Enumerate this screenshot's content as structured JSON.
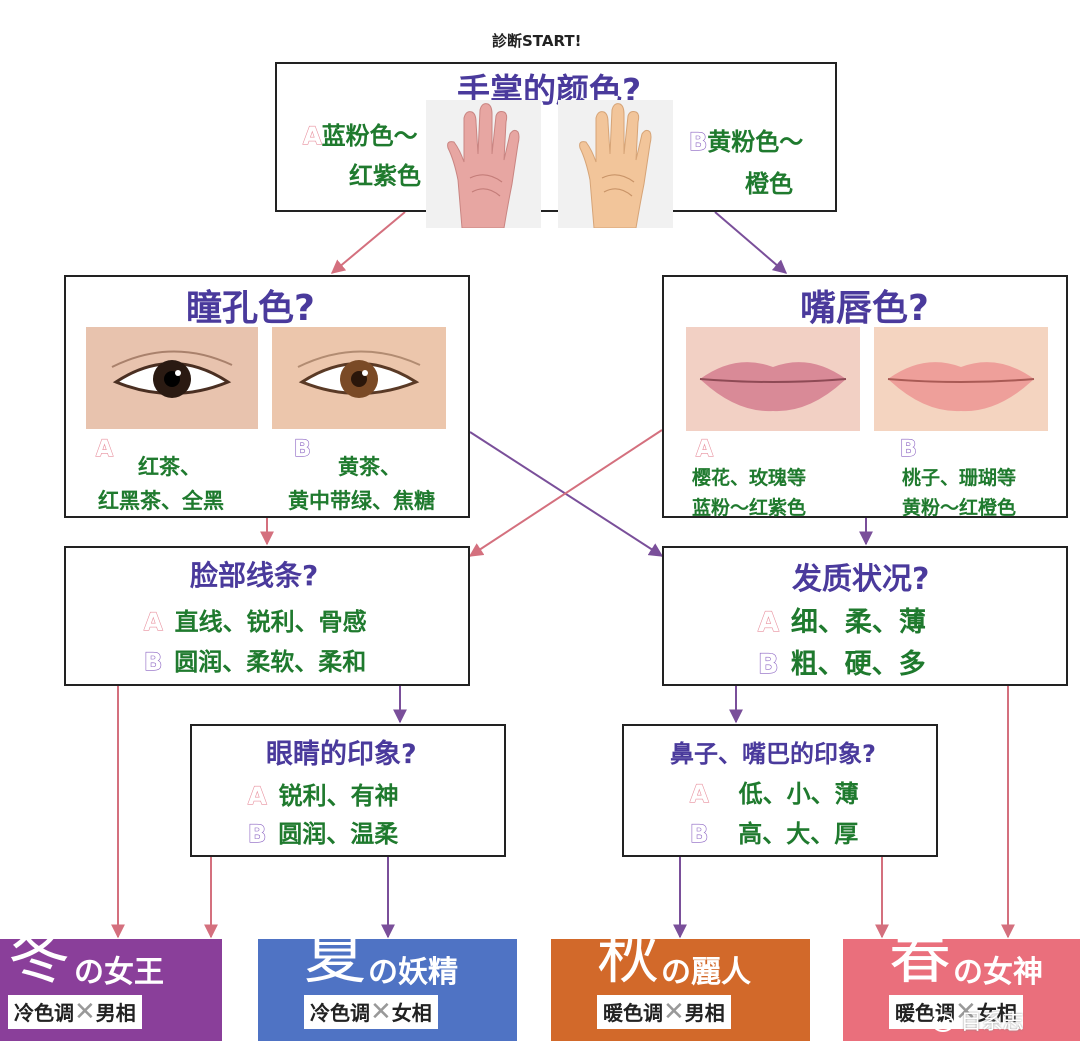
{
  "top_label": "診断START!",
  "q1": {
    "title": "手掌的颜色?",
    "a_badge": "A",
    "a_line1": "蓝粉色～",
    "a_line2": "红紫色",
    "b_badge": "B",
    "b_line1": "黄粉色～",
    "b_line2": "橙色"
  },
  "q2": {
    "title": "瞳孔色?",
    "a_badge": "A",
    "a_line1": "红茶、",
    "a_line2": "红黑茶、全黑",
    "b_badge": "B",
    "b_line1": "黄茶、",
    "b_line2": "黄中带绿、焦糖"
  },
  "q3": {
    "title": "嘴唇色?",
    "a_badge": "A",
    "a_line1": "樱花、玫瑰等",
    "a_line2": "蓝粉～红紫色",
    "b_badge": "B",
    "b_line1": "桃子、珊瑚等",
    "b_line2": "黄粉～红橙色"
  },
  "q4": {
    "title": "脸部线条?",
    "a_badge": "A",
    "a_text": "直线、锐利、骨感",
    "b_badge": "B",
    "b_text": "圆润、柔软、柔和"
  },
  "q5": {
    "title": "发质状况?",
    "a_badge": "A",
    "a_text": "细、柔、薄",
    "b_badge": "B",
    "b_text": "粗、硬、多"
  },
  "q6": {
    "title": "眼睛的印象?",
    "a_badge": "A",
    "a_text": "锐利、有神",
    "b_badge": "B",
    "b_text": "圆润、温柔"
  },
  "q7": {
    "title": "鼻子、嘴巴的印象?",
    "a_badge": "A",
    "a_text": "低、小、薄",
    "b_badge": "B",
    "b_text": "高、大、厚"
  },
  "results": [
    {
      "big": "冬",
      "name": "の女王",
      "tone": "冷色调",
      "cross": "✕",
      "face": "男相",
      "color": "#8a3f9a"
    },
    {
      "big": "夏",
      "name": "の妖精",
      "tone": "冷色调",
      "cross": "✕",
      "face": "女相",
      "color": "#4f73c4"
    },
    {
      "big": "秋",
      "name": "の麗人",
      "tone": "暖色调",
      "cross": "✕",
      "face": "男相",
      "color": "#d2692a"
    },
    {
      "big": "春",
      "name": "の女神",
      "tone": "暖色调",
      "cross": "✕",
      "face": "女相",
      "color": "#ea6f7c"
    }
  ],
  "watermark": "目系志",
  "colors": {
    "pink_arrow": "#d4707e",
    "purple_arrow": "#7a4f9a"
  }
}
